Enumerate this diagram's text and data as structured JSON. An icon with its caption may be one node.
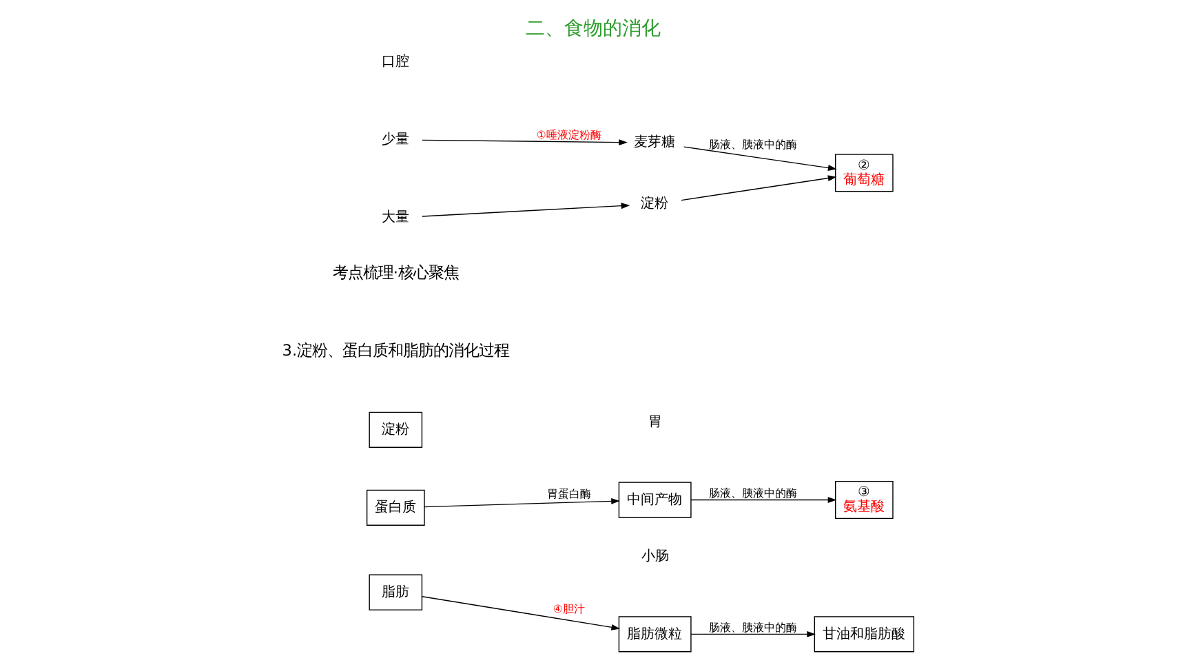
{
  "diagram": {
    "title": "二、食物的消化",
    "nodes": [
      {
        "text": [
          "淀粉"
        ]
      },
      {
        "text": [
          "少量"
        ]
      },
      {
        "text": [
          "大量"
        ]
      },
      {
        "text": [
          "麦芽糖"
        ]
      },
      {
        "text": [
          "淀粉"
        ]
      },
      {
        "text": [
          "蛋白质"
        ]
      },
      {
        "text": [
          "中间产物"
        ]
      },
      {
        "text": [
          "②",
          "葡萄糖"
        ]
      },
      {
        "text": [
          "③",
          "氨基酸"
        ]
      },
      {
        "text": [
          "脂肪"
        ]
      },
      {
        "text": [
          "脂肪微粒"
        ]
      },
      {
        "text": [
          "甘油和脂肪酸"
        ]
      }
    ],
    "edges": [
      {
        "from": 1,
        "to": 3,
        "arrow": "to",
        "label": "①唾液淀粉酶"
      },
      {
        "from": 2,
        "to": 4,
        "arrow": "to"
      },
      {
        "from": 3,
        "to": 7,
        "arrow": "to",
        "label": "肠液、胰液中的酶"
      },
      {
        "from": 4,
        "to": 7,
        "arrow": "to"
      },
      {
        "from": 5,
        "to": 6,
        "arrow": "to",
        "label": "胃蛋白酶"
      },
      {
        "from": 6,
        "to": 8,
        "arrow": "to",
        "label": "肠液、胰液中的酶"
      },
      {
        "from": 9,
        "to": 10,
        "arrow": "to",
        "label": "④胆汁"
      },
      {
        "from": 10,
        "to": 11,
        "arrow": "to",
        "label": "肠液、胰液中的酶"
      }
    ],
    "labels": [
      "考点梳理·核心聚焦",
      "3.淀粉、蛋白质和脂肪的消化过程",
      "口腔",
      "胃",
      "小肠"
    ]
  }
}
